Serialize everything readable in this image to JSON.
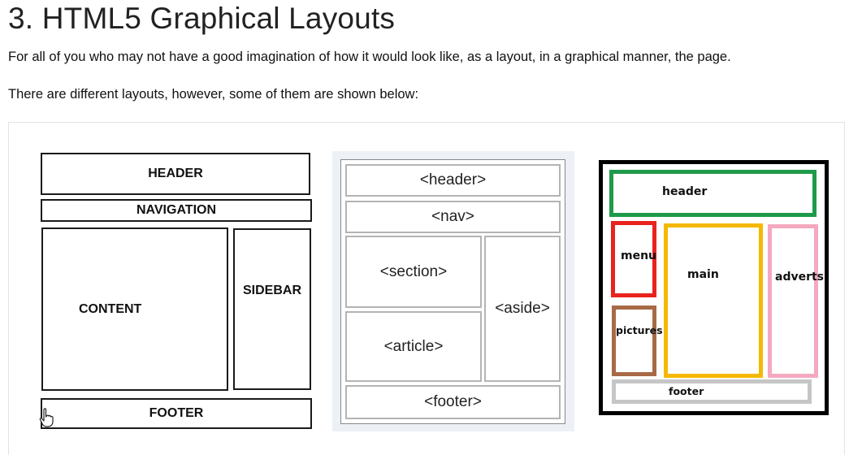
{
  "page": {
    "title": "3. HTML5 Graphical Layouts",
    "paragraph1": "For all of you who may not have a good imagination of how it would look like, as a layout, in a graphical manner, the page.",
    "paragraph2": "There are different layouts, however, some of them are shown below:"
  },
  "layout1": {
    "header": "HEADER",
    "navigation": "NAVIGATION",
    "content": "CONTENT",
    "sidebar": "SIDEBAR",
    "footer": "FOOTER"
  },
  "layout2": {
    "header": "<header>",
    "nav": "<nav>",
    "section": "<section>",
    "article": "<article>",
    "aside": "<aside>",
    "footer": "<footer>"
  },
  "layout3": {
    "header": "header",
    "menu": "menu",
    "main": "main",
    "adverts": "adverts",
    "pictures": "pictures",
    "footer": "footer",
    "colors": {
      "header": "#1e9a4a",
      "menu": "#e8231d",
      "main": "#f5b800",
      "adverts": "#f4a9bf",
      "pictures": "#a86a46",
      "footer": "#c6c6c6"
    }
  }
}
